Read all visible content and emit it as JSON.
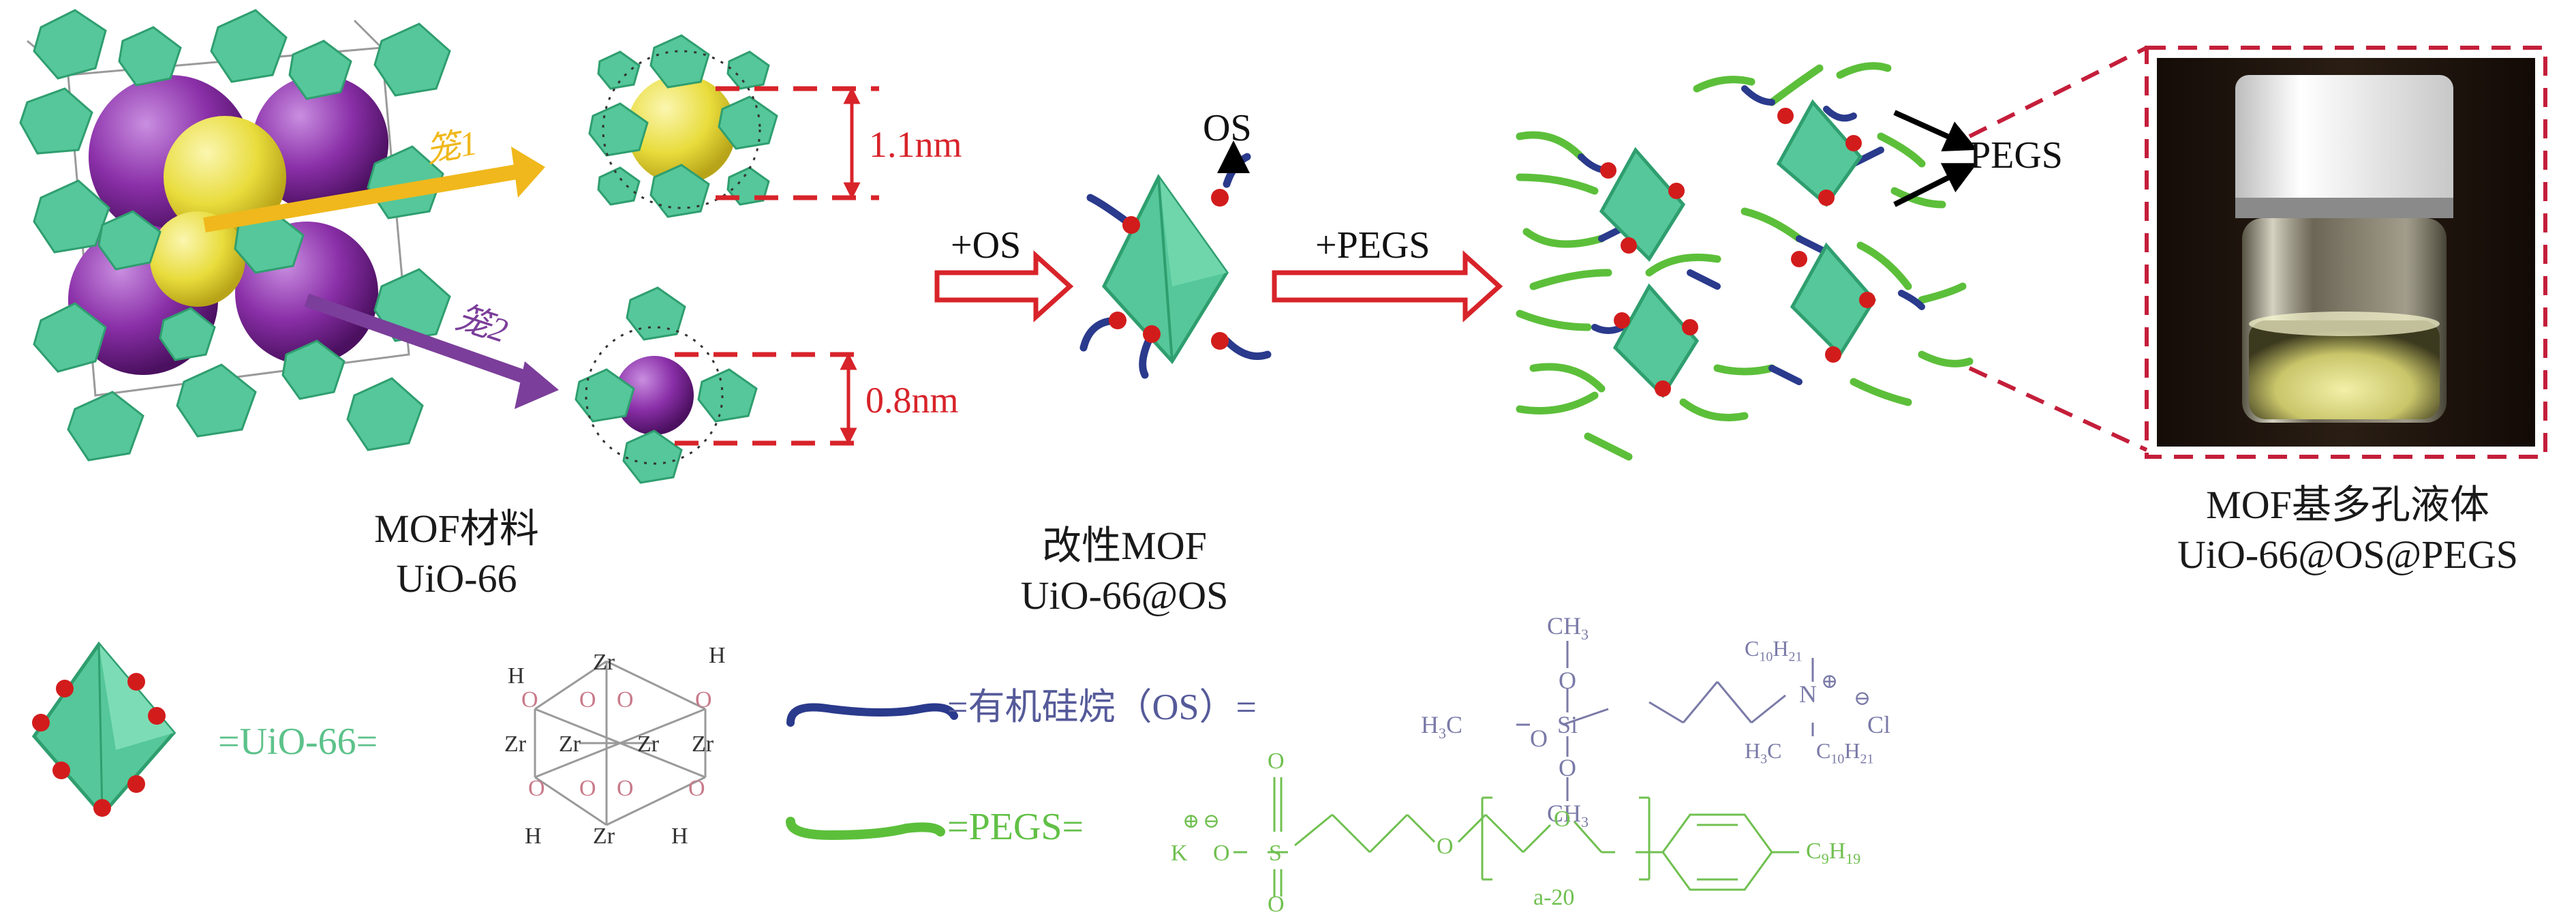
{
  "cage_labels": {
    "cage1": "笼1",
    "cage2": "笼2"
  },
  "dimensions": {
    "cage1": "1.1nm",
    "cage2": "0.8nm"
  },
  "arrows": {
    "plus_os": "+OS",
    "plus_pegs": "+PEGS"
  },
  "callouts": {
    "os": "OS",
    "pegs": "PEGS"
  },
  "captions": {
    "mof_title": "MOF材料",
    "mof_name": "UiO-66",
    "modified_title": "改性MOF",
    "modified_name": "UiO-66@OS",
    "liquid_title": "MOF基多孔液体",
    "liquid_name": "UiO-66@OS@PEGS"
  },
  "legend": {
    "uio66": "=UiO-66=",
    "os": "=有机硅烷（OS）=",
    "pegs": "=PEGS="
  },
  "zr_cluster": {
    "zr": "Zr",
    "o": "O",
    "h": "H"
  },
  "os_formula": {
    "ch3": "CH",
    "ch3_sub": "3",
    "o": "O",
    "h3c": "H",
    "h3c_sub": "3",
    "h3c_c": "C",
    "si": "Si",
    "n": "N",
    "c10h21_c": "C",
    "c10h21_a": "10",
    "c10h21_h": "H",
    "c10h21_b": "21",
    "cl": "Cl",
    "plus": "⊕",
    "minus": "⊖"
  },
  "pegs_formula": {
    "k": "K",
    "o": "O",
    "s": "S",
    "repeat": "a-20",
    "c9h19_c": "C",
    "c9h19_a": "9",
    "c9h19_h": "H",
    "c9h19_b": "19",
    "plus": "⊕",
    "minus": "⊖"
  },
  "colors": {
    "octahedron": "#55c79a",
    "octahedron_dark": "#2f9e6f",
    "oxygen_red": "#d21c1c",
    "os_blue": "#2a3a8c",
    "pegs_green": "#5cbf3a",
    "cage1_yellow": "#f0b81c",
    "cage2_purple": "#7b3e9a",
    "sphere_purple": "#8a2fa8",
    "dim_red": "#d8232a",
    "legend_green": "#5cc28a",
    "os_text": "#555a99",
    "pegs_text": "#62c046",
    "cluster_pink": "#c97a8a"
  }
}
